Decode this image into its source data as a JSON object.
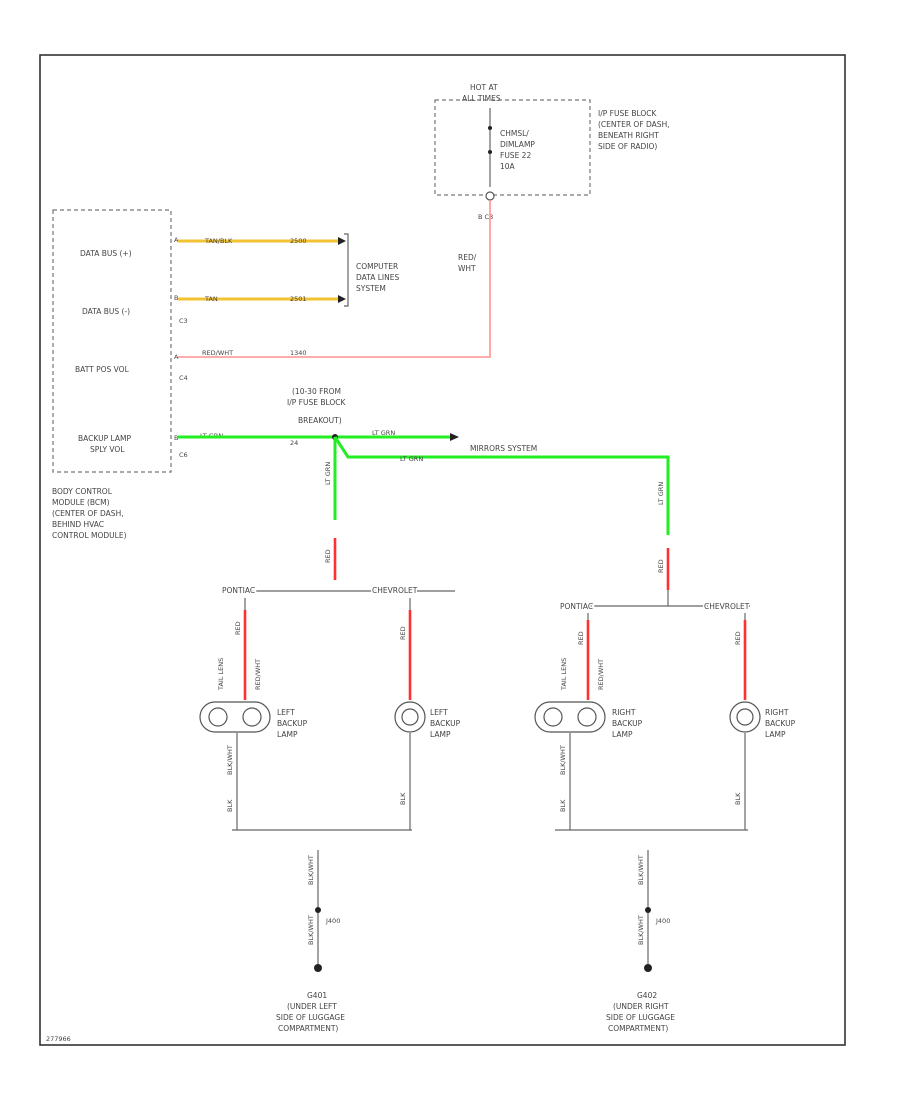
{
  "fuse_block": {
    "hot_at": "HOT AT",
    "hot_times": "ALL TIMES",
    "fuse_name_1": "CHMSL/",
    "fuse_name_2": "DIMLAMP",
    "fuse_name_3": "FUSE 22",
    "fuse_amp": "10A",
    "desc_1": "I/P FUSE BLOCK",
    "desc_2": "(CENTER OF DASH,",
    "desc_3": "BENEATH RIGHT",
    "desc_4": "SIDE OF RADIO)",
    "pin": "B   C3",
    "wire_color_1": "RED/",
    "wire_color_2": "WHT"
  },
  "bcm": {
    "pins": [
      {
        "label_1": "DATA BUS (+)",
        "label_2": "",
        "pin": "A",
        "conn": "",
        "wire": "TAN/BLK",
        "circuit": "2500"
      },
      {
        "label_1": "DATA BUS (-)",
        "label_2": "",
        "pin": "B",
        "conn": "C3",
        "wire": "TAN",
        "circuit": "2501"
      },
      {
        "label_1": "BATT POS VOL",
        "label_2": "",
        "pin": "A",
        "conn": "C4",
        "wire": "RED/WHT",
        "circuit": "1340"
      },
      {
        "label_1": "BACKUP LAMP",
        "label_2": "SPLY VOL",
        "pin": "B",
        "conn": "C6",
        "wire": "LT GRN",
        "circuit": "24"
      }
    ],
    "desc_1": "BODY CONTROL",
    "desc_2": "MODULE (BCM)",
    "desc_3": "(CENTER OF DASH,",
    "desc_4": "BEHIND HVAC",
    "desc_5": "CONTROL MODULE)"
  },
  "data_link": {
    "line_1": "COMPUTER",
    "line_2": "DATA LINES",
    "line_3": "SYSTEM"
  },
  "splice": {
    "line_1": "(10-30 FROM",
    "line_2": "I/P FUSE BLOCK",
    "line_3": "BREAKOUT)",
    "wire_1": "LT GRN",
    "wire_2": "LT GRN",
    "circuit": "24",
    "target": "MIRRORS SYSTEM"
  },
  "branch_wire": {
    "green": "LT GRN",
    "red": "RED"
  },
  "left": {
    "pontiac": "PONTIAC",
    "chevrolet": "CHEVROLET",
    "pontiac_red_1": "RED",
    "pontiac_red_2": "RED/WHT",
    "chevrolet_red": "RED",
    "lamp_1": "LEFT",
    "lamp_2": "BACKUP",
    "lamp_3": "LAMP",
    "tail_lens": "TAIL LENS",
    "blk_1": "BLK/WHT",
    "blk_2": "BLK",
    "chev_blk": "BLK",
    "ground_wire_top": "BLK/WHT",
    "splice_id": "J400",
    "ground_wire_bot": "BLK/WHT",
    "ground_1": "G401",
    "ground_2": "(UNDER LEFT",
    "ground_3": "SIDE OF LUGGAGE",
    "ground_4": "COMPARTMENT)"
  },
  "right": {
    "pontiac": "PONTIAC",
    "chevrolet": "CHEVROLET",
    "pontiac_red_1": "RED",
    "pontiac_red_2": "RED/WHT",
    "chevrolet_red": "RED",
    "lamp_1": "RIGHT",
    "lamp_2": "BACKUP",
    "lamp_3": "LAMP",
    "tail_lens": "TAIL LENS",
    "blk_1": "BLK/WHT",
    "blk_2": "BLK",
    "chev_blk": "BLK",
    "ground_wire_top": "BLK/WHT",
    "splice_id": "J400",
    "ground_wire_bot": "BLK/WHT",
    "ground_1": "G402",
    "ground_2": "(UNDER RIGHT",
    "ground_3": "SIDE OF LUGGAGE",
    "ground_4": "COMPARTMENT)"
  },
  "figure_id": "277966",
  "colors": {
    "green_wire": "#22ee22",
    "red_wire": "#ff3030",
    "pink_wire": "#ff9090",
    "yellow_wire": "#f1c232"
  }
}
